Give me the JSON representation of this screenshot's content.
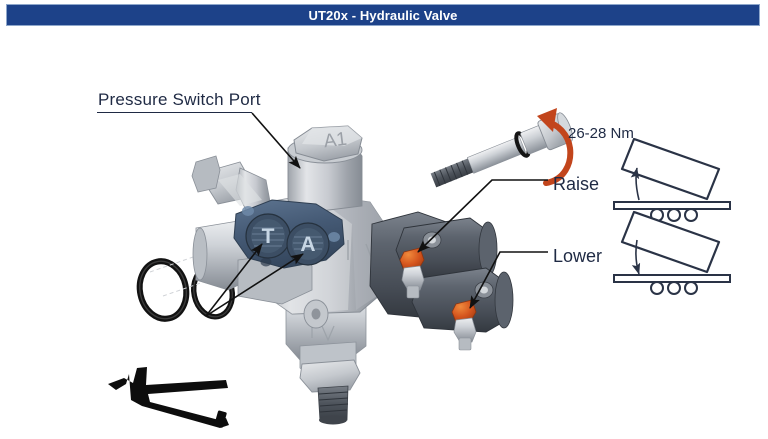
{
  "header": {
    "title": "UT20x - Hydraulic Valve",
    "bg_color": "#1d4289",
    "text_color": "#ffffff",
    "border_color": "#8ea7cb"
  },
  "diagram": {
    "subject": "hydraulic-valve-exploded-view",
    "background_color": "#ffffff",
    "callouts": [
      {
        "id": "pressure-switch-port",
        "label": "Pressure Switch Port",
        "underlined": true,
        "points_to": "valve-body-upper-left-port"
      },
      {
        "id": "torque-spec",
        "label": "26-28 Nm",
        "arrow_color": "#c2451c",
        "points_to": "bolt-rotation"
      },
      {
        "id": "raise",
        "label": "Raise",
        "points_to": "upper-solenoid-coil"
      },
      {
        "id": "lower",
        "label": "Lower",
        "points_to": "lower-solenoid-coil"
      }
    ],
    "part_markings": [
      {
        "id": "cap-a1",
        "text": "A1"
      },
      {
        "id": "port-t",
        "text": "T"
      },
      {
        "id": "port-a",
        "text": "A"
      }
    ],
    "parts": [
      {
        "id": "valve-body",
        "name": "valve-body",
        "color": "#c9ccd1"
      },
      {
        "id": "flange-plate",
        "name": "port-flange-plate",
        "color": "#4a5f7a"
      },
      {
        "id": "solenoid-upper",
        "name": "solenoid-coil-raise",
        "color": "#545a63"
      },
      {
        "id": "solenoid-lower",
        "name": "solenoid-coil-lower",
        "color": "#545a63"
      },
      {
        "id": "connector-cap-upper",
        "name": "orange-connector-cap",
        "color": "#d4541d"
      },
      {
        "id": "connector-cap-lower",
        "name": "orange-connector-cap",
        "color": "#d4541d"
      },
      {
        "id": "bolt",
        "name": "mounting-bolt",
        "color": "#b9bdc2"
      },
      {
        "id": "oring-1",
        "name": "o-ring",
        "color": "#111111"
      },
      {
        "id": "oring-2",
        "name": "o-ring",
        "color": "#111111"
      },
      {
        "id": "clip-tool",
        "name": "retaining-clip-tool",
        "color": "#0d0d0d"
      }
    ],
    "icons": [
      {
        "id": "trailer-raise",
        "name": "tipper-trailer-raise-icon",
        "arrow_direction": "up",
        "wheels": 3
      },
      {
        "id": "trailer-lower",
        "name": "tipper-trailer-lower-icon",
        "arrow_direction": "down",
        "wheels": 3
      }
    ]
  }
}
